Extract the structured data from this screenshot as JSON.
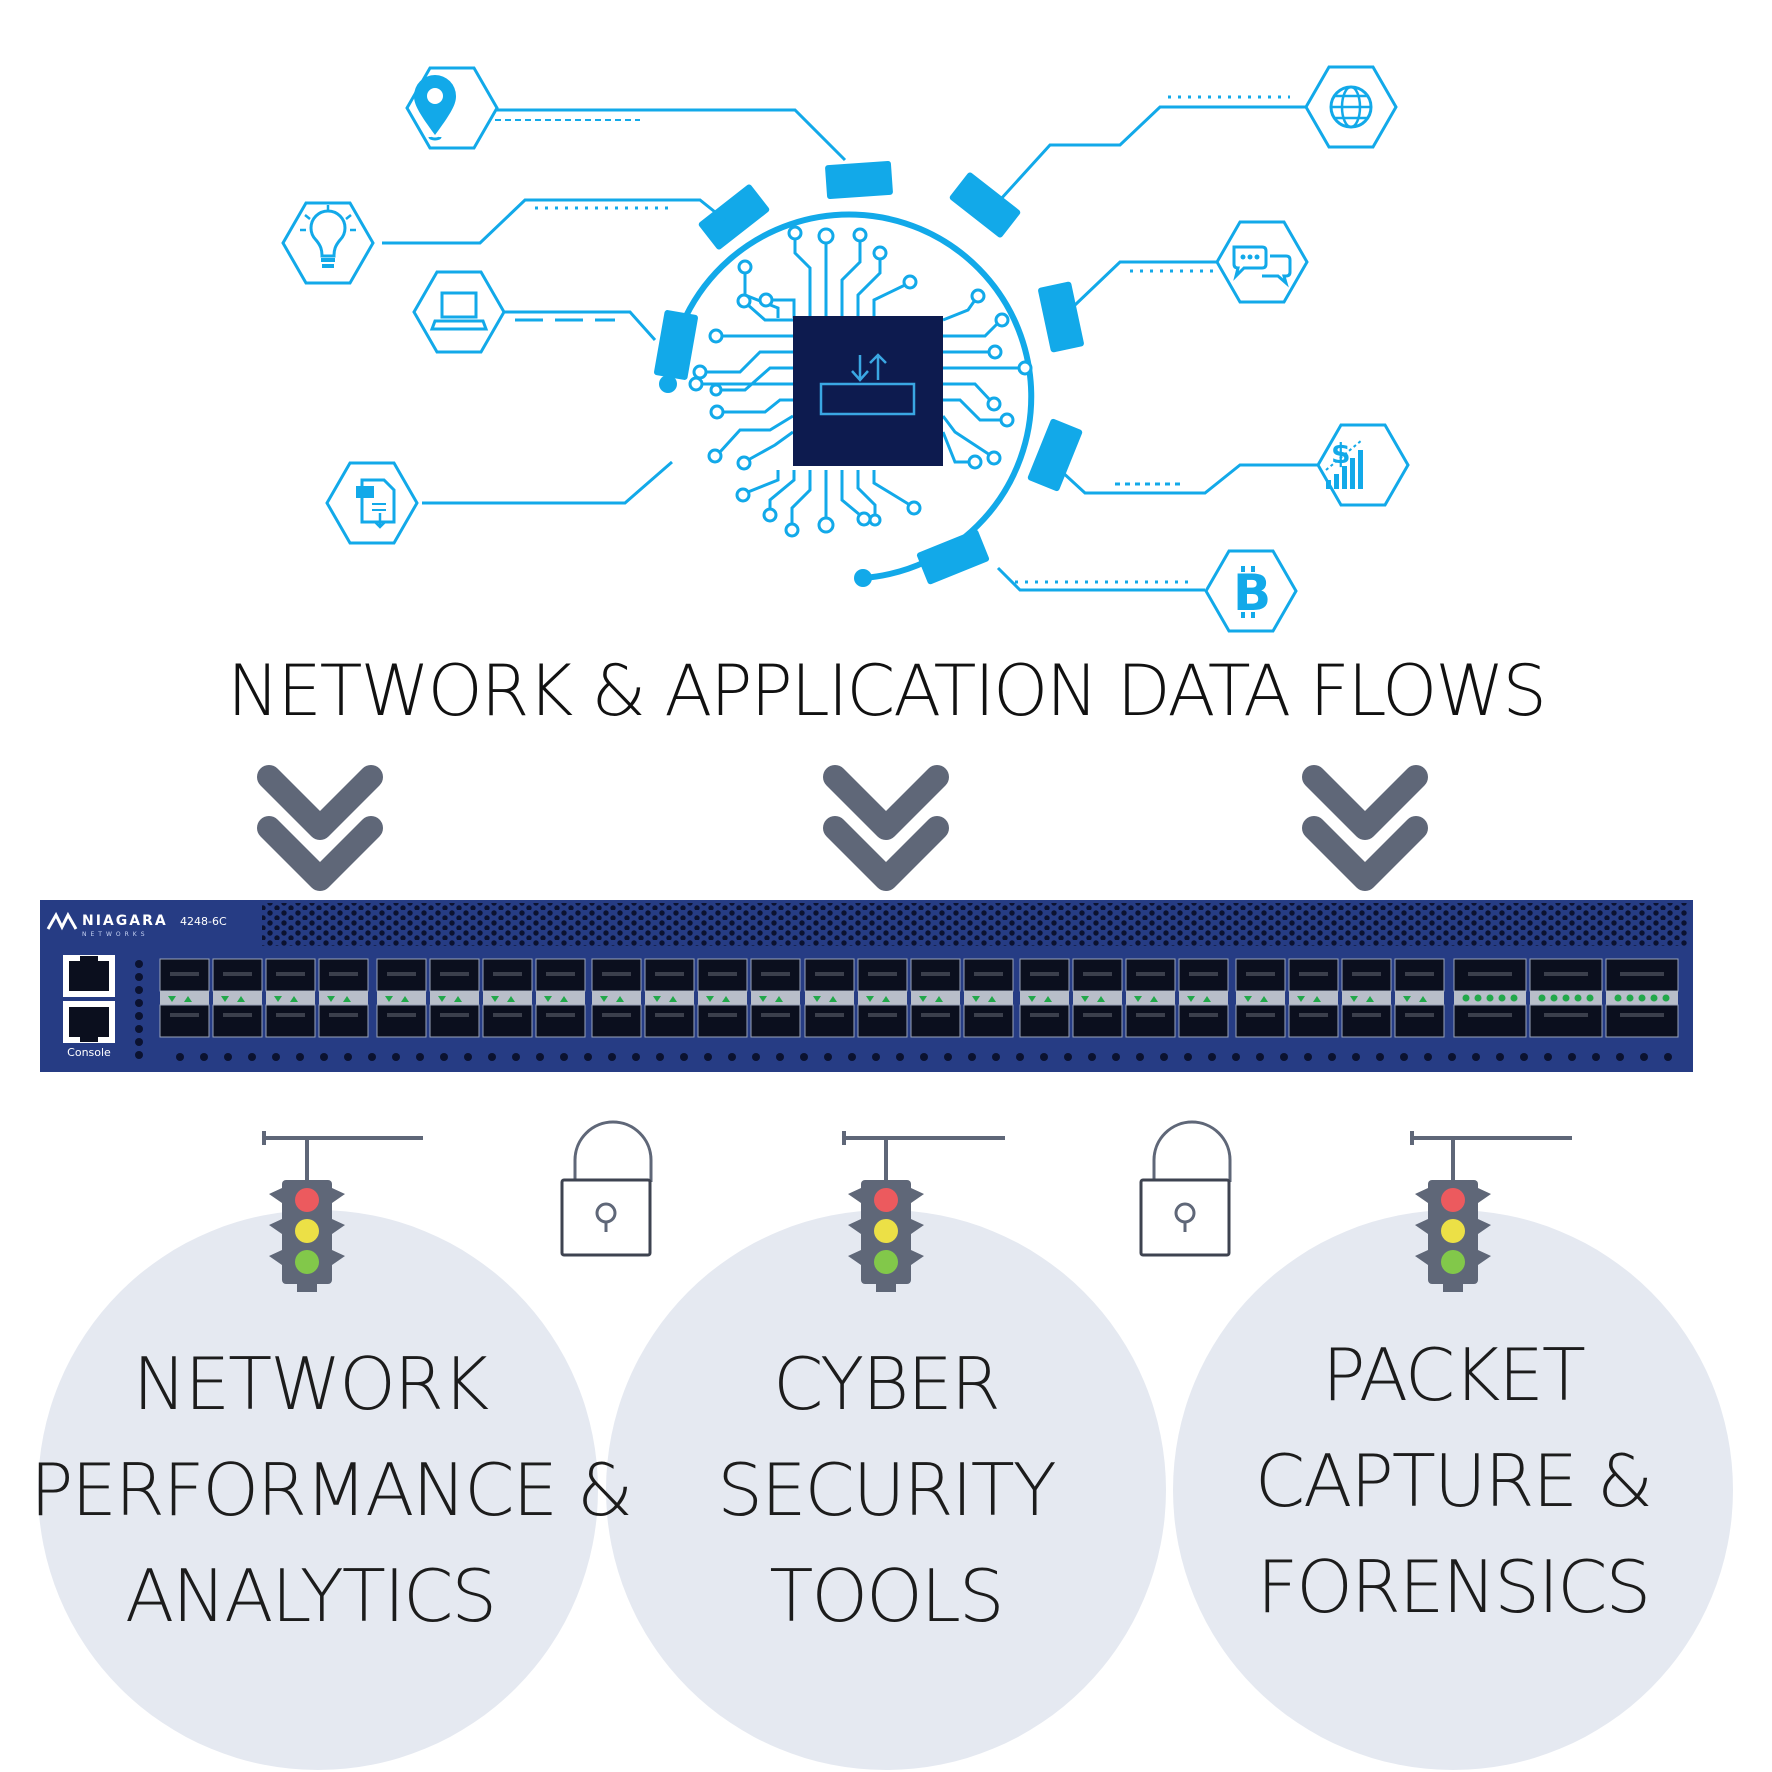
{
  "title": "NETWORK & APPLICATION DATA FLOWS",
  "device": {
    "brand": "NIAGARA",
    "brand_sub": "NETWORKS",
    "model": "4248-6C",
    "console_label": "Console"
  },
  "destinations": [
    {
      "lines": [
        "NETWORK",
        "PERFORMANCE &",
        "ANALYTICS"
      ]
    },
    {
      "lines": [
        "CYBER",
        "SECURITY",
        "TOOLS"
      ]
    },
    {
      "lines": [
        "PACKET",
        "CAPTURE &",
        "FORENSICS"
      ]
    }
  ],
  "icons": [
    "location-pin-icon",
    "lightbulb-icon",
    "laptop-icon",
    "document-download-icon",
    "globe-icon",
    "chat-bubbles-icon",
    "finance-chart-icon",
    "bitcoin-icon",
    "chip-icon",
    "unlocked-padlock-icon",
    "traffic-light-icon",
    "double-chevron-down-icon"
  ],
  "colors": {
    "accent": "#12a9e9",
    "chip": "#0d1b4f",
    "device_body": "#263c84",
    "arrow": "#5f6778",
    "circle": "#e5e9f1"
  }
}
